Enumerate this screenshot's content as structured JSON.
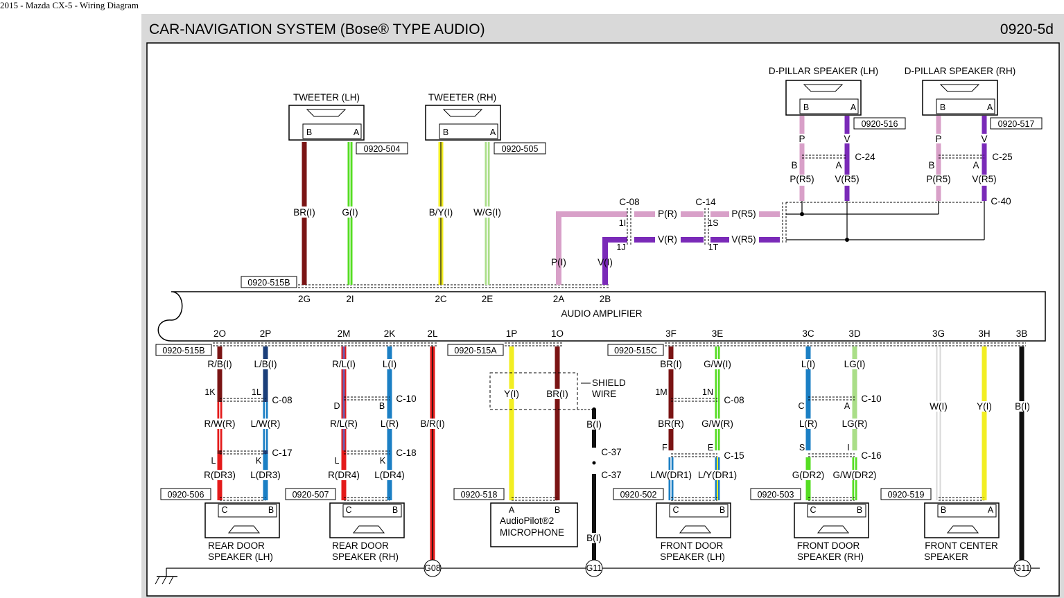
{
  "window": {
    "title": "2015 - Mazda CX-5 - Wiring Diagram"
  },
  "header": {
    "title": "CAR-NAVIGATION SYSTEM (Bose® TYPE AUDIO)",
    "page": "0920-5d"
  },
  "amplifier": {
    "label": "AUDIO AMPLIFIER"
  },
  "components": {
    "tweeter_lh": {
      "name": "TWEETER (LH)",
      "ref": "0920-504",
      "pin_b": "B",
      "pin_a": "A"
    },
    "tweeter_rh": {
      "name": "TWEETER (RH)",
      "ref": "0920-505",
      "pin_b": "B",
      "pin_a": "A"
    },
    "dpillar_lh": {
      "name": "D-PILLAR SPEAKER (LH)",
      "ref": "0920-516",
      "pin_b": "B",
      "pin_a": "A"
    },
    "dpillar_rh": {
      "name": "D-PILLAR SPEAKER (RH)",
      "ref": "0920-517",
      "pin_b": "B",
      "pin_a": "A"
    },
    "rear_door_lh": {
      "name1": "REAR DOOR",
      "name2": "SPEAKER (LH)",
      "ref": "0920-506",
      "pin_c": "C",
      "pin_b": "B"
    },
    "rear_door_rh": {
      "name1": "REAR DOOR",
      "name2": "SPEAKER (RH)",
      "ref": "0920-507",
      "pin_c": "C",
      "pin_b": "B"
    },
    "microphone": {
      "name1": "AudioPilot®2",
      "name2": "MICROPHONE",
      "ref": "0920-518",
      "pin_a": "A",
      "pin_b": "B"
    },
    "front_door_lh": {
      "name1": "FRONT DOOR",
      "name2": "SPEAKER (LH)",
      "ref": "0920-502",
      "pin_c": "C",
      "pin_b": "B"
    },
    "front_door_rh": {
      "name1": "FRONT DOOR",
      "name2": "SPEAKER (RH)",
      "ref": "0920-503",
      "pin_c": "C",
      "pin_b": "B"
    },
    "front_center": {
      "name1": "FRONT CENTER",
      "name2": "SPEAKER",
      "ref": "0920-519",
      "pin_b": "B",
      "pin_a": "A"
    }
  },
  "connector_refs": {
    "top": "0920-515B",
    "bot_left": "0920-515B",
    "bot_mid": "0920-515A",
    "bot_right": "0920-515C"
  },
  "amp_pins_top": [
    "2G",
    "2I",
    "2C",
    "2E",
    "2A",
    "2B"
  ],
  "amp_pins_bottom": [
    "2O",
    "2P",
    "2M",
    "2K",
    "2L",
    "1P",
    "1O",
    "3F",
    "3E",
    "3C",
    "3D",
    "3G",
    "3H",
    "3B"
  ],
  "wire_labels": {
    "br_i": "BR(I)",
    "g_i": "G(I)",
    "by_i": "B/Y(I)",
    "wg_i": "W/G(I)",
    "p_i": "P(I)",
    "v_i": "V(I)",
    "p_r": "P(R)",
    "v_r": "V(R)",
    "p_r5": "P(R5)",
    "v_r5": "V(R5)",
    "p": "P",
    "v": "V",
    "rb_i": "R/B(I)",
    "lb_i": "L/B(I)",
    "rw_r": "R/W(R)",
    "lw_r": "L/W(R)",
    "r_dr3": "R(DR3)",
    "l_dr3": "L(DR3)",
    "rl_i": "R/L(I)",
    "l_i": "L(I)",
    "rl_r": "R/L(R)",
    "l_r": "L(R)",
    "r_dr4": "R(DR4)",
    "l_dr4": "L(DR4)",
    "br_i_2l": "B/R(I)",
    "y_i": "Y(I)",
    "b_i": "B(I)",
    "br_r": "BR(R)",
    "gw_i": "G/W(I)",
    "gw_r": "G/W(R)",
    "lw_dr1": "L/W(DR1)",
    "ly_dr1": "L/Y(DR1)",
    "lg_i": "LG(I)",
    "lg_r": "LG(R)",
    "g_dr2": "G(DR2)",
    "gw_dr2": "G/W(DR2)",
    "w_i": "W(I)"
  },
  "connectors": {
    "c08": "C-08",
    "c14": "C-14",
    "c24": "C-24",
    "c25": "C-25",
    "c40": "C-40",
    "c08b": "C-08",
    "c17": "C-17",
    "c10": "C-10",
    "c18": "C-18",
    "c37a": "C-37",
    "c37b": "C-37",
    "c08c": "C-08",
    "c15": "C-15",
    "c10b": "C-10",
    "c16": "C-16"
  },
  "connector_pins": {
    "p1i": "1I",
    "p1j": "1J",
    "p1s": "1S",
    "p1t": "1T",
    "pb1": "B",
    "pa1": "A",
    "pb2": "B",
    "pa2": "A",
    "p1k": "1K",
    "p1l": "1L",
    "pl": "L",
    "pk": "K",
    "pd": "D",
    "pb3": "B",
    "pl2": "L",
    "pk2": "K",
    "p1m": "1M",
    "p1n": "1N",
    "pf": "F",
    "pe": "E",
    "pc": "C",
    "pa3": "A",
    "ps": "S",
    "pi": "I"
  },
  "shield": {
    "line1": "SHIELD",
    "line2": "WIRE"
  },
  "grounds": {
    "g08": "G08",
    "g11a": "G11",
    "g11b": "G11"
  },
  "colors": {
    "brown": "#7a1414",
    "green": "#55dd22",
    "yellow": "#f2ee22",
    "light_green": "#aade88",
    "pink": "#d8a0c8",
    "violet": "#7a2ab8",
    "red": "#e41a1a",
    "blue": "#1b7fc4",
    "black": "#111111",
    "white": "#f2f2f2"
  }
}
